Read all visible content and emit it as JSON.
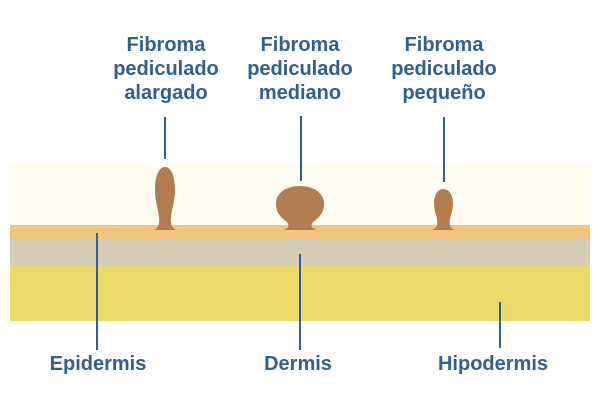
{
  "colors": {
    "background": "#ffffff",
    "label_text": "#31608e",
    "pointer_line": "#31608e",
    "fibroma_brown": "#b07c50",
    "skin_surface_cream": "#fffcf0",
    "epidermis_orange": "#f2c47d",
    "dermis_gray": "#d4ccb5",
    "hypodermis_yellow": "#e9da6a"
  },
  "fibroma_labels": [
    {
      "id": "alargado",
      "text": "Fibroma\npediculado\nalargado"
    },
    {
      "id": "mediano",
      "text": "Fibroma\npediculado\nmediano"
    },
    {
      "id": "pequeno",
      "text": "Fibroma\npediculado\npequeño"
    }
  ],
  "layer_labels": [
    {
      "id": "epidermis",
      "text": "Epidermis"
    },
    {
      "id": "dermis",
      "text": "Dermis"
    },
    {
      "id": "hipodermis",
      "text": "Hipodermis"
    }
  ]
}
